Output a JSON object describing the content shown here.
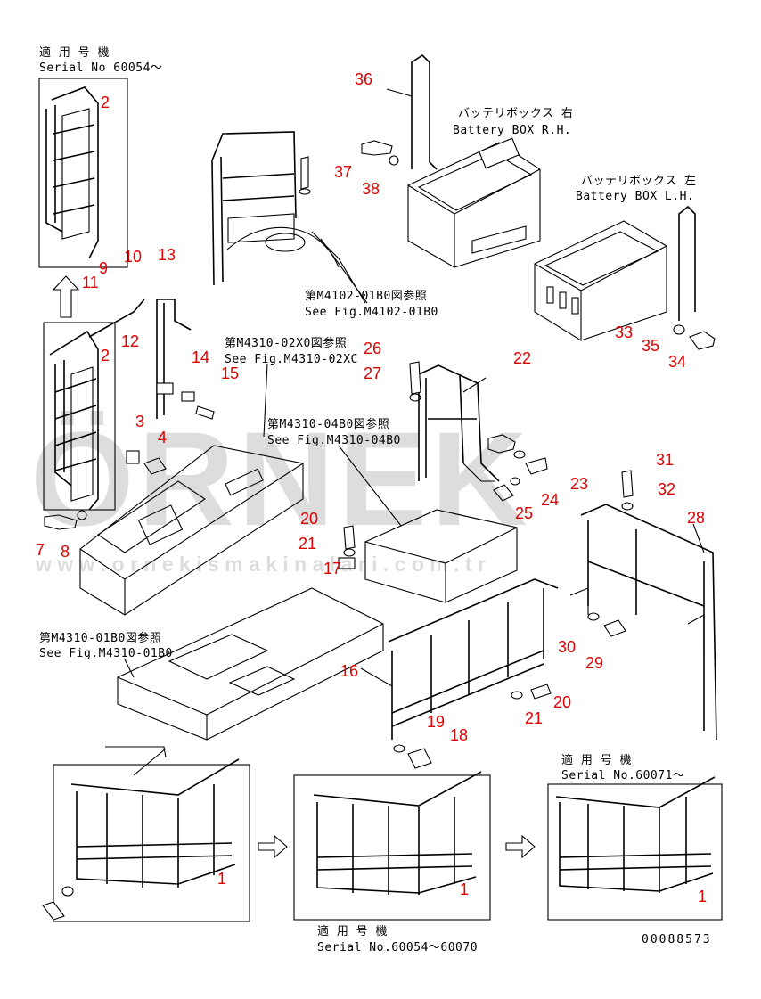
{
  "labels": {
    "serial_top_jp": "適 用 号 機",
    "serial_top": "Serial No 60054～",
    "battery_rh_jp": "バッテリボックス 右",
    "battery_rh": "Battery BOX R.H.",
    "battery_lh_jp": "バッテリボックス 左",
    "battery_lh": "Battery BOX L.H.",
    "ref_m4102_jp": "第M4102-01B0図参照",
    "ref_m4102": "See Fig.M4102-01B0",
    "ref_m4310_02_jp": "第M4310-02X0図参照",
    "ref_m4310_02": "See Fig.M4310-02XC",
    "ref_m4310_04_jp": "第M4310-04B0図参照",
    "ref_m4310_04": "See Fig.M4310-04B0",
    "ref_m4310_01_jp": "第M4310-01B0図参照",
    "ref_m4310_01": "See Fig.M4310-01B0",
    "serial_mid_jp": "適 用 号 機",
    "serial_mid": "Serial No.60054～60070",
    "serial_right_jp": "適 用 号 機",
    "serial_right": "Serial No.60071～",
    "drawing_no": "00088573"
  },
  "watermark": {
    "big": "ÖRNEK",
    "url": "w w w . o r n e k i s m a k i n a l a r i . c o m . t r"
  },
  "part_numbers": [
    "36",
    "37",
    "38",
    "2",
    "9",
    "10",
    "13",
    "11",
    "12",
    "2",
    "3",
    "4",
    "14",
    "15",
    "7",
    "8",
    "26",
    "27",
    "22",
    "33",
    "35",
    "34",
    "31",
    "32",
    "23",
    "24",
    "25",
    "20",
    "21",
    "17",
    "28",
    "16",
    "30",
    "29",
    "19",
    "18",
    "21",
    "20",
    "1",
    "1",
    "1"
  ],
  "colors": {
    "callout": "#e10000",
    "line": "#000000"
  }
}
